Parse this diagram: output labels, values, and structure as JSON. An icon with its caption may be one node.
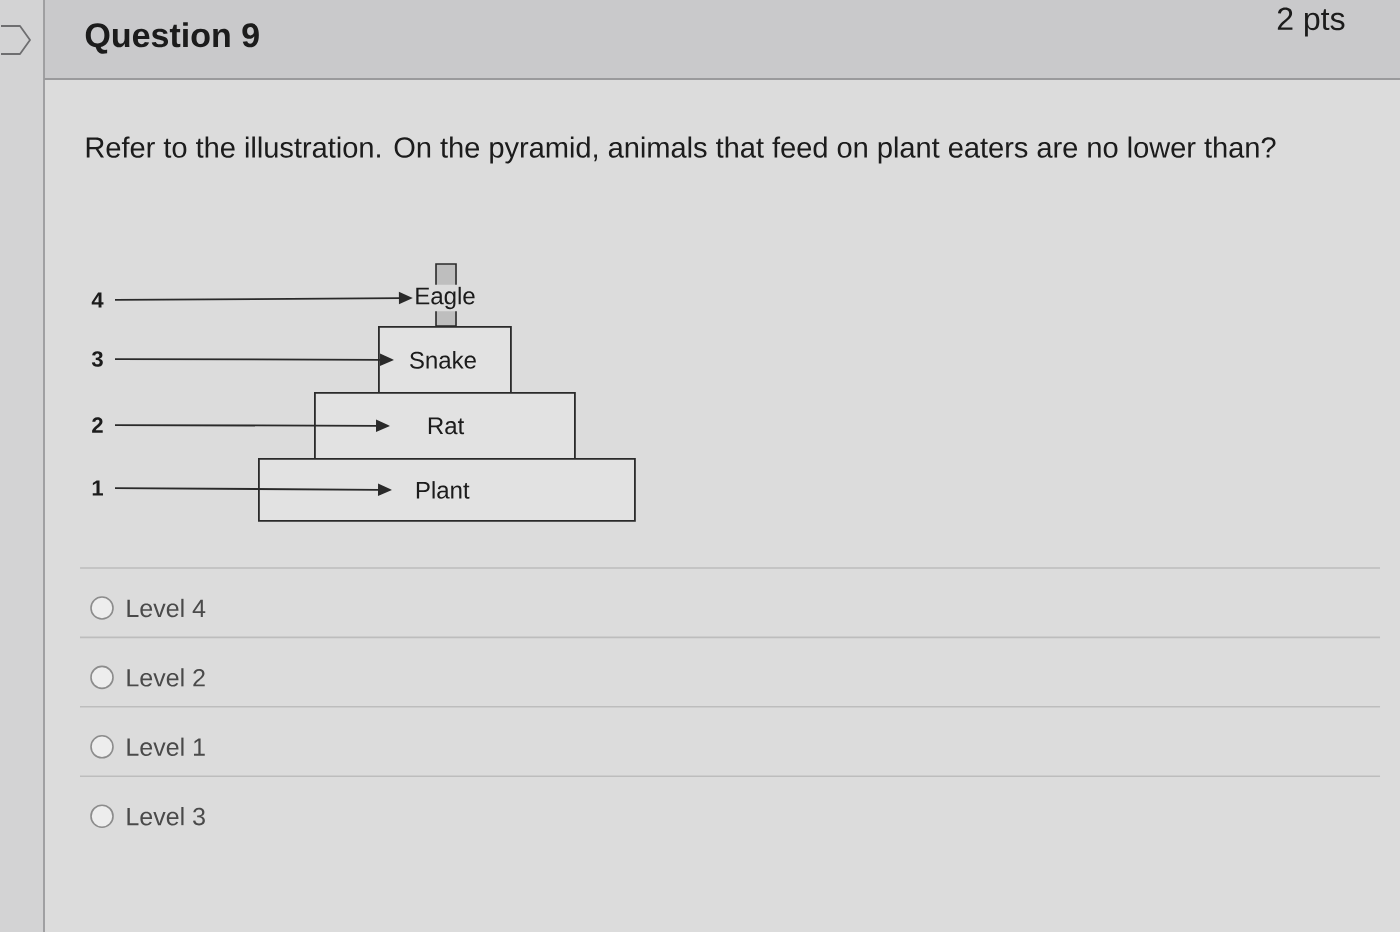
{
  "diagram": {
    "title": "Question 9",
    "nodes": [
      {
        "text": [
          "4"
        ]
      },
      {
        "text": [
          "Eagle"
        ]
      },
      {
        "text": [
          "3"
        ]
      },
      {
        "text": [
          "Snake"
        ]
      },
      {
        "text": [
          "2"
        ]
      },
      {
        "text": [
          "Rat"
        ]
      },
      {
        "text": [
          "1"
        ]
      },
      {
        "text": [
          "Plant"
        ]
      }
    ],
    "edges": [
      {
        "from": 0,
        "to": 1,
        "arrow": "to"
      },
      {
        "from": 2,
        "to": 3,
        "arrow": "to"
      },
      {
        "from": 4,
        "to": 5,
        "arrow": "to"
      },
      {
        "from": 6,
        "to": 7,
        "arrow": "to"
      }
    ],
    "labels": [
      "2 pts",
      "Refer to the illustration. On the pyramid, animals that feed on plant eaters are no lower than?",
      "Level 4",
      "Level 2",
      "Level 1",
      "Level 3"
    ]
  }
}
